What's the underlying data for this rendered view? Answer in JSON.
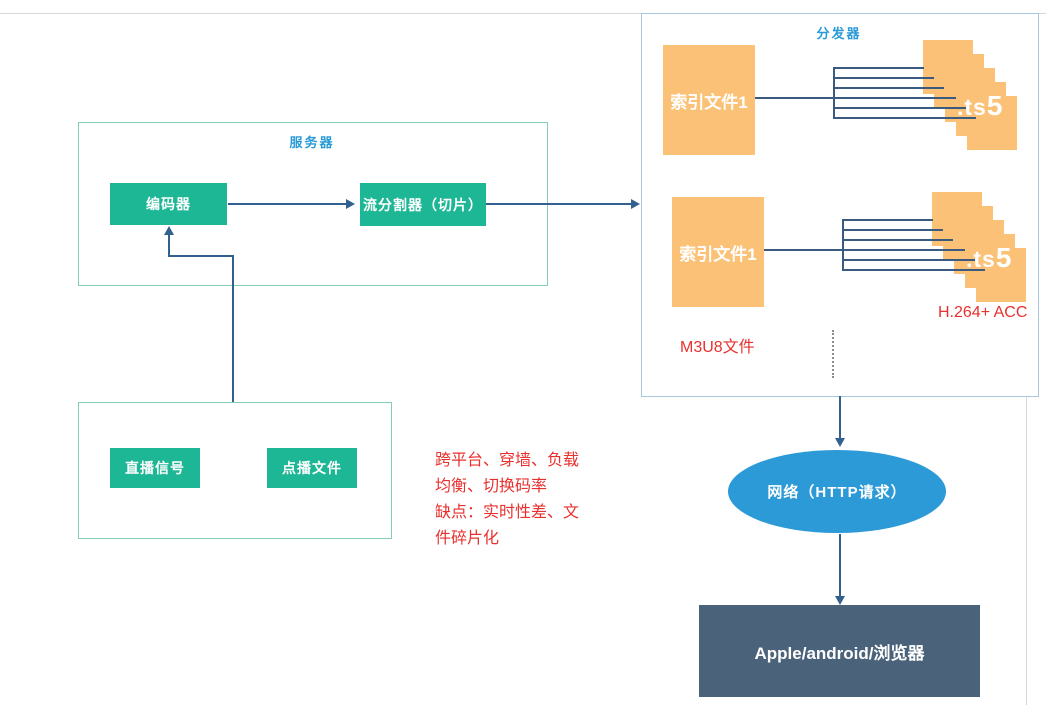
{
  "colors": {
    "green": "#1db795",
    "teal_border": "#82ceba",
    "orange": "#fbc277",
    "blue_label": "#2a9ad6",
    "blue_border": "#a9c8de",
    "red": "#e8302e",
    "arrow": "#33618f",
    "line": "#3a5a80",
    "ellipse_blue": "#2d9ad8",
    "dark_slate": "#4b627b",
    "page_line": "#d9d9d9",
    "dotted": "#8c8c8c"
  },
  "server": {
    "title": "服务器",
    "encoder_label": "编码器",
    "slicer_label": "流分割器（切片）"
  },
  "sources": {
    "live_label": "直播信号",
    "vod_label": "点播文件"
  },
  "distributor": {
    "title": "分发器",
    "groups": [
      {
        "index_label": "索引文件1",
        "ts_label": ".ts",
        "ts_count": "5"
      },
      {
        "index_label": "索引文件1",
        "ts_label": ".ts",
        "ts_count": "5"
      }
    ],
    "m3u8_label": "M3U8文件",
    "codec_label": "H.264+ ACC"
  },
  "notes": {
    "text": "跨平台、穿墙、负载\n均衡、切换码率\n缺点：实时性差、文\n件碎片化"
  },
  "network": {
    "label": "网络（HTTP请求）"
  },
  "client": {
    "label": "Apple/android/浏览器"
  }
}
